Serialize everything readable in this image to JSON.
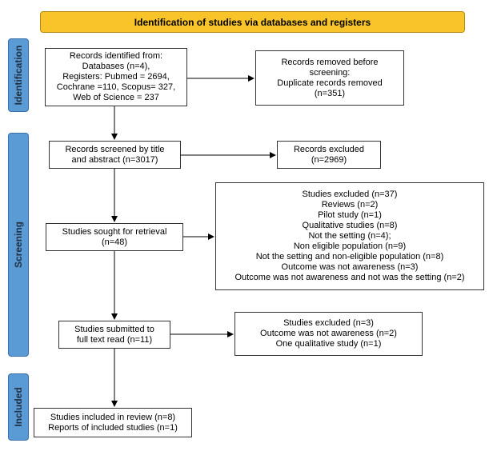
{
  "header": {
    "title": "Identification of studies via databases and registers"
  },
  "phases": {
    "identification": "Identification",
    "screening": "Screening",
    "included": "Included"
  },
  "boxes": {
    "records_identified": [
      "Records identified from:",
      "Databases (n=4),",
      "Registers: Pubmed = 2694,",
      "Cochrane =110, Scopus= 327,",
      "Web of Science = 237"
    ],
    "records_removed": [
      "Records removed before",
      "screening:",
      "Duplicate records removed",
      "(n=351)"
    ],
    "records_screened": [
      "Records screened by title",
      "and abstract (n=3017)"
    ],
    "records_excluded": [
      "Records excluded",
      "(n=2969)"
    ],
    "sought_retrieval": [
      "Studies sought for retrieval",
      "(n=48)"
    ],
    "excluded_retrieval": [
      "Studies excluded (n=37)",
      "Reviews (n=2)",
      "Pilot study (n=1)",
      "Qualitative studies (n=8)",
      "Not the setting (n=4);",
      "Non eligible population (n=9)",
      "Not the setting and non-eligible population (n=8)",
      "Outcome was not awareness (n=3)",
      "Outcome was not awareness and not was the setting (n=2)"
    ],
    "full_text": [
      "Studies submitted to",
      "full text read (n=11)"
    ],
    "excluded_full_text": [
      "Studies excluded (n=3)",
      "Outcome was not awareness (n=2)",
      "One qualitative study (n=1)"
    ],
    "included": [
      "Studies included in review (n=8)",
      "Reports of included studies (n=1)"
    ]
  }
}
